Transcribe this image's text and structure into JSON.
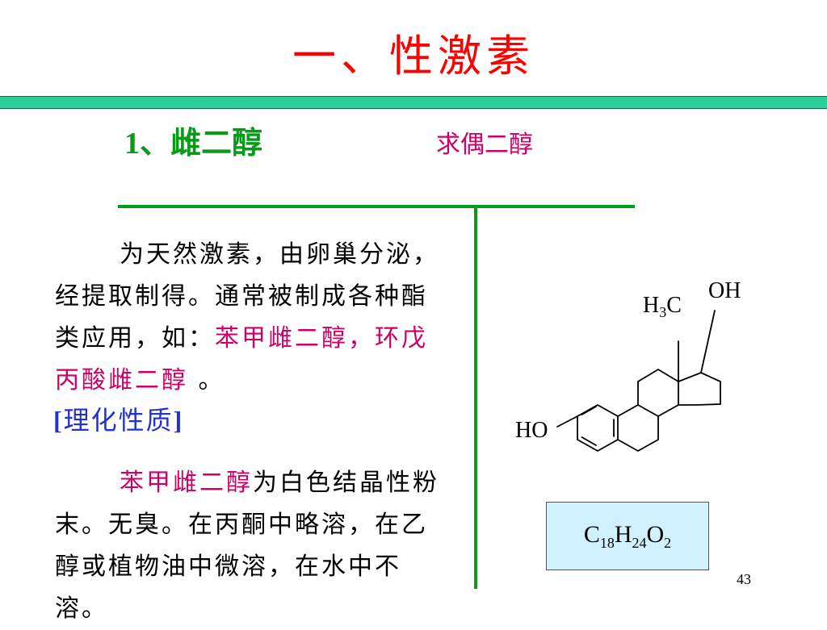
{
  "slide": {
    "title": "一、性激素",
    "subheading_num": "1",
    "subheading_text": "、雌二醇",
    "alias": "求偶二醇",
    "para1": {
      "part1": "为天然激素，由卵巢分泌，经提取制得。通常被制成各种酯类应用，如：",
      "highlight": "苯甲雌二醇，环戊丙酸雌二醇",
      "part2": " 。"
    },
    "section": {
      "open": "[",
      "label": "理化性质",
      "close": "]"
    },
    "para2": {
      "highlight": "苯甲雌二醇",
      "rest": "为白色结晶性粉末。无臭。在丙酮中略溶，在乙醇或植物油中微溶，在水中不溶。"
    },
    "structure_labels": {
      "methyl_h": "H",
      "methyl_sub": "3",
      "methyl_c": "C",
      "hydroxyl_top": "OH",
      "hydroxyl_left": "HO"
    },
    "formula": {
      "c": "C",
      "c_sub": "18",
      "h": "H",
      "h_sub": "24",
      "o": "O",
      "o_sub": "2"
    },
    "page_number": "43",
    "colors": {
      "title": "#ff0000",
      "bar": "#2ccf9a",
      "subheading": "#0a9a1a",
      "highlight": "#cc0066",
      "section": "#2233cc",
      "formula_bg": "#d0f2ff"
    }
  }
}
